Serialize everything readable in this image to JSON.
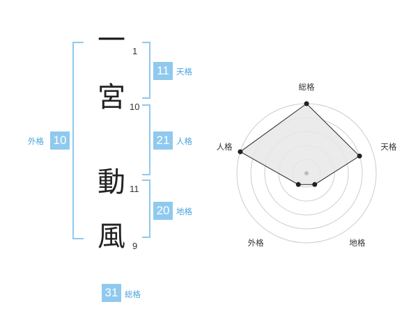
{
  "name": {
    "chars": [
      {
        "char": "一",
        "strokes": "1"
      },
      {
        "char": "宮",
        "strokes": "10"
      },
      {
        "char": "動",
        "strokes": "11"
      },
      {
        "char": "風",
        "strokes": "9"
      }
    ]
  },
  "kakusu": {
    "tenkaku": {
      "value": "11",
      "label": "天格"
    },
    "jinkaku": {
      "value": "21",
      "label": "人格"
    },
    "chikaku": {
      "value": "20",
      "label": "地格"
    },
    "gaikaku": {
      "value": "10",
      "label": "外格"
    },
    "soukaku": {
      "value": "31",
      "label": "総格"
    }
  },
  "chart_data": {
    "type": "radar",
    "axes": [
      "総格",
      "天格",
      "地格",
      "外格",
      "人格"
    ],
    "values": [
      5,
      4,
      1,
      1,
      5
    ],
    "rmax": 5,
    "rings": 5,
    "colors": {
      "ring": "#cccccc",
      "fill": "#e8e8e8",
      "stroke": "#222222",
      "center": "#bbbbbb"
    }
  }
}
